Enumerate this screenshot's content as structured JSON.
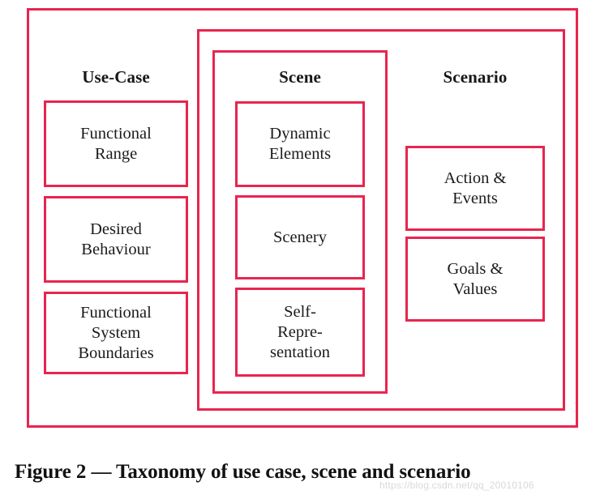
{
  "figure": {
    "caption": "Figure 2 — Taxonomy of use case, scene and scenario",
    "watermark": "https://blog.csdn.net/qq_20010106",
    "accent_color": "#e8254f",
    "text_color": "#1a1a1a",
    "background_color": "#ffffff"
  },
  "columns": {
    "use_case": {
      "title": "Use-Case",
      "items": [
        {
          "label": "Functional\nRange"
        },
        {
          "label": "Desired\nBehaviour"
        },
        {
          "label": "Functional\nSystem\nBoundaries"
        }
      ]
    },
    "scene": {
      "title": "Scene",
      "items": [
        {
          "label": "Dynamic\nElements"
        },
        {
          "label": "Scenery"
        },
        {
          "label": "Self-\nRepre-\nsentation"
        }
      ]
    },
    "scenario": {
      "title": "Scenario",
      "items": [
        {
          "label": "Action &\nEvents"
        },
        {
          "label": "Goals &\nValues"
        }
      ]
    }
  }
}
